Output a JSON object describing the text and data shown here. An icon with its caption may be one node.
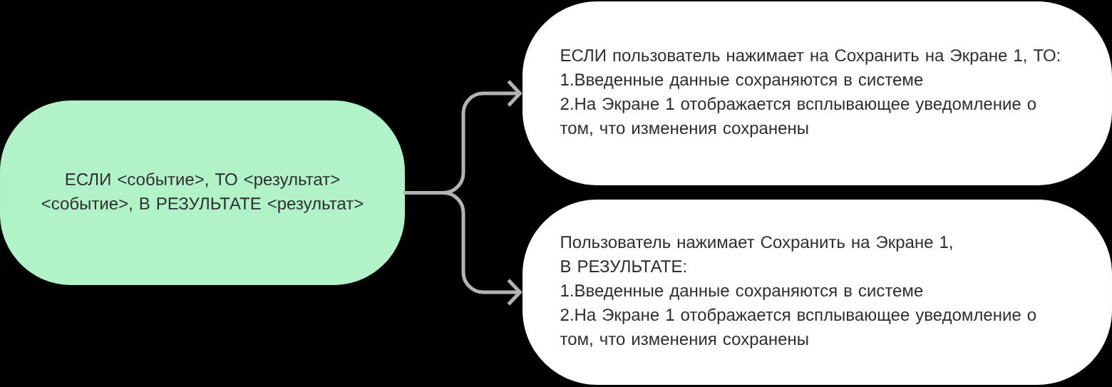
{
  "diagram": {
    "nodes": [
      {
        "text": [
          "ЕСЛИ <событие>, ТО <результат>",
          "<событие>, В РЕЗУЛЬТАТЕ <результат>"
        ]
      },
      {
        "text": [
          "ЕСЛИ пользователь нажимает на Сохранить на Экране 1, ТО:",
          "1.Введенные данные сохраняются в системе",
          "2.На Экране 1 отображается всплывающее уведомление о том, что изменения сохранены"
        ]
      },
      {
        "text": [
          "Пользователь нажимает Сохранить на Экране 1,",
          "В РЕЗУЛЬТАТЕ:",
          "1.Введенные данные сохраняются в системе",
          "2.На Экране 1 отображается всплывающее уведомление о том, что изменения сохранены"
        ]
      }
    ],
    "edges": [
      {
        "from": 0,
        "to": 1,
        "arrow": "to"
      },
      {
        "from": 0,
        "to": 2,
        "arrow": "to"
      }
    ]
  }
}
